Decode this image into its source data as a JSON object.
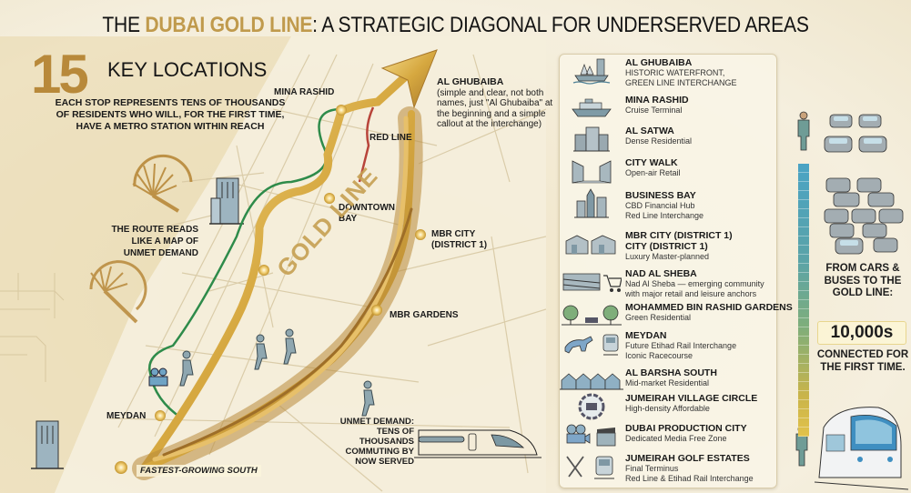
{
  "header": {
    "title_prefix": "THE ",
    "title_highlight": "DUBAI GOLD LINE",
    "title_suffix": ": A STRATEGIC DIAGONAL FOR UNDERSERVED AREAS"
  },
  "intro": {
    "count": "15",
    "heading": "KEY LOCATIONS",
    "description": "EACH STOP REPRESENTS TENS OF THOUSANDS OF RESIDENTS WHO WILL, FOR THE FIRST TIME, HAVE A METRO STATION WITHIN REACH"
  },
  "map": {
    "route_note": "THE ROUTE READS LIKE A MAP OF UNMET DEMAND",
    "line_label": "GOLD LINE",
    "red_line_label": "RED LINE",
    "stations": {
      "mina_rashid": "MINA RASHID",
      "downtown_bay_1": "DOWNTOWN",
      "downtown_bay_2": "BAY",
      "mbr_city_1": "MBR CITY",
      "mbr_city_2": "(DISTRICT 1)",
      "mbr_gardens": "MBR GARDENS",
      "meydan": "MEYDAN"
    },
    "ghubaiba_callout": {
      "title": "AL GHUBAIBA",
      "body": "(simple and clear, not both names, just \"Al Ghubaiba\" at the beginning and a simple callout at the interchange)"
    },
    "unmet_demand": "UNMET DEMAND: TENS OF THOUSANDS COMMUTING BY NOW SERVED",
    "south_label": "FASTEST-GROWING SOUTH"
  },
  "legend": {
    "items": [
      {
        "name": "AL GHUBAIBA",
        "desc1": "HISTORIC WATERFRONT,",
        "desc2": "GREEN LINE INTERCHANGE",
        "icon": "waterfront-icon"
      },
      {
        "name": "MINA RASHID",
        "desc1": "Cruise Terminal",
        "desc2": "",
        "icon": "cruise-ship-icon"
      },
      {
        "name": "AL SATWA",
        "desc1": "Dense Residential",
        "desc2": "",
        "icon": "apartment-buildings-icon"
      },
      {
        "name": "CITY WALK",
        "desc1": "Open-air Retail",
        "desc2": "",
        "icon": "street-icon"
      },
      {
        "name": "BUSINESS BAY",
        "desc1": "CBD Financial Hub",
        "desc2": "Red Line Interchange",
        "icon": "skyscrapers-icon"
      },
      {
        "name": "MBR CITY (DISTRICT 1)",
        "desc1": "CITY (DISTRICT 1)",
        "desc2": "Luxury Master-planned",
        "icon": "villas-icon"
      },
      {
        "name": "NAD AL SHEBA",
        "desc1": "Nad Al Sheba — emerging community",
        "desc2": "with major retail and leisure anchors",
        "icon": "stadium-cart-icon"
      },
      {
        "name": "MOHAMMED BIN RASHID GARDENS",
        "desc1": "Green Residential",
        "desc2": "",
        "icon": "trees-bench-icon"
      },
      {
        "name": "MEYDAN",
        "desc1": "Future Etihad Rail Interchange",
        "desc2": "Iconic Racecourse",
        "icon": "horse-train-icon"
      },
      {
        "name": "AL BARSHA SOUTH",
        "desc1": "Mid-market Residential",
        "desc2": "",
        "icon": "houses-icon"
      },
      {
        "name": "JUMEIRAH VILLAGE CIRCLE",
        "desc1": "High-density Affordable",
        "desc2": "",
        "icon": "circle-village-icon"
      },
      {
        "name": "DUBAI PRODUCTION CITY",
        "desc1": "Dedicated Media Free Zone",
        "desc2": "",
        "icon": "camera-clapper-icon"
      },
      {
        "name": "JUMEIRAH GOLF ESTATES",
        "desc1": "Final Terminus",
        "desc2": "Red Line & Etihad Rail Interchange",
        "icon": "golf-train-icon"
      }
    ]
  },
  "sidebar": {
    "from_text": "FROM CARS & BUSES TO THE GOLD LINE:",
    "count": "10,000s",
    "connected_text": "CONNECTED FOR THE FIRST TIME."
  },
  "colors": {
    "gold": "#c09a4c",
    "gold_dark": "#b8893a",
    "green_line": "#2e8b4a",
    "red_line": "#b8443a",
    "background": "#f3ead3"
  }
}
